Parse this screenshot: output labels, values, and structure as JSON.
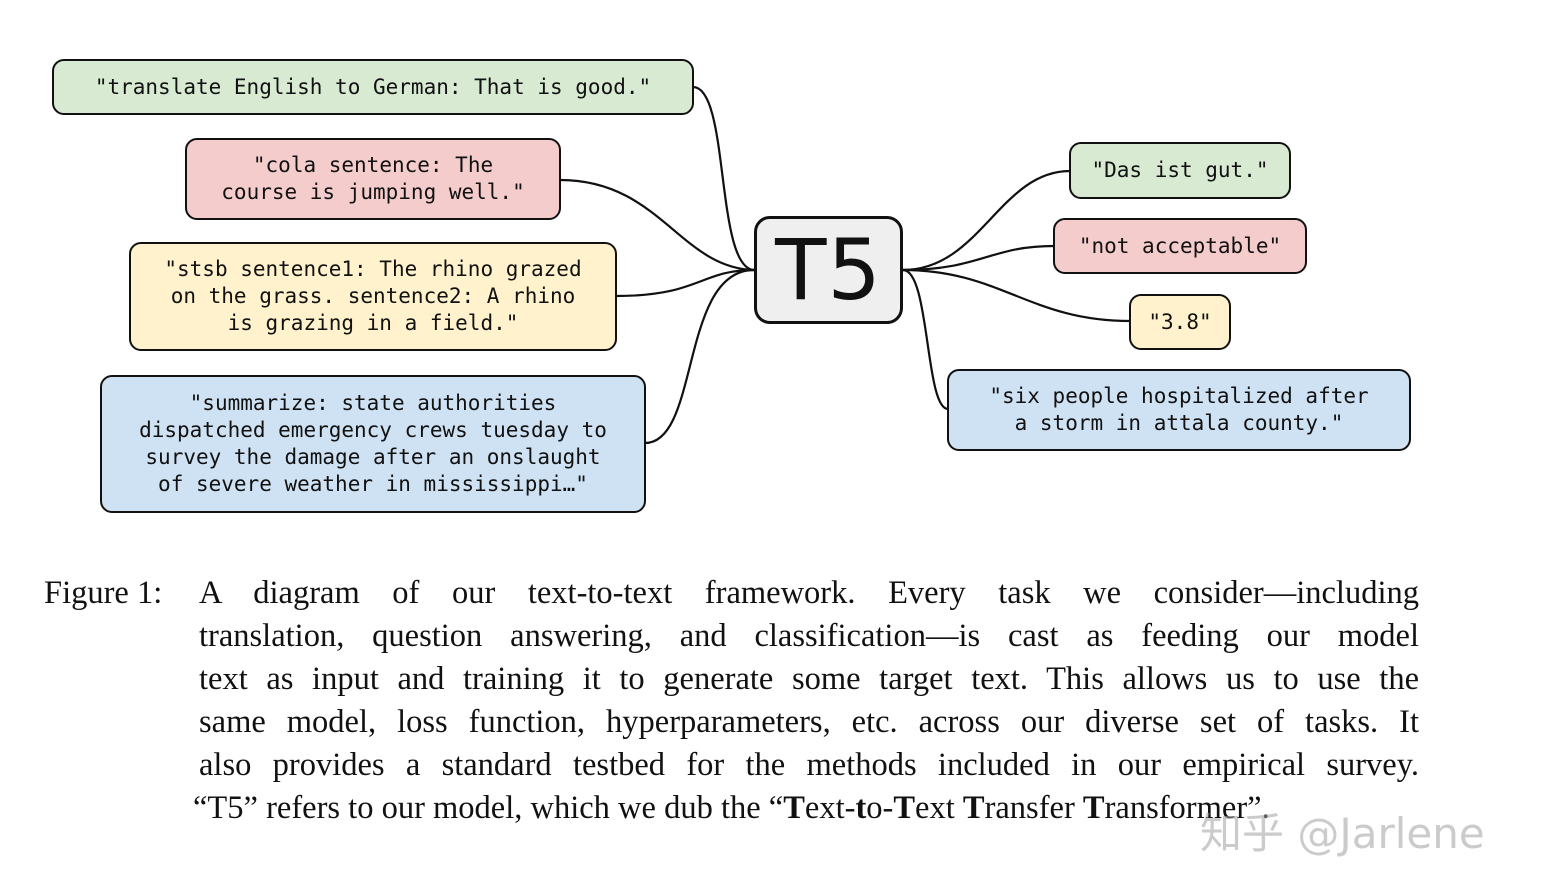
{
  "inputs": [
    {
      "text": "\"translate English to German: That is good.\"",
      "color": "#d9ead3"
    },
    {
      "text": "\"cola sentence: The\ncourse is jumping well.\"",
      "color": "#f4cccc"
    },
    {
      "text": "\"stsb sentence1: The rhino grazed\non the grass. sentence2: A rhino\nis grazing in a field.\"",
      "color": "#fff2cc"
    },
    {
      "text": "\"summarize: state authorities\ndispatched emergency crews tuesday to\nsurvey the damage after an onslaught\nof severe weather in mississippi…\"",
      "color": "#cfe2f3"
    }
  ],
  "model": {
    "label": "T5"
  },
  "outputs": [
    {
      "text": "\"Das ist gut.\"",
      "color": "#d9ead3"
    },
    {
      "text": "\"not acceptable\"",
      "color": "#f4cccc"
    },
    {
      "text": "\"3.8\"",
      "color": "#fff2cc"
    },
    {
      "text": "\"six people hospitalized after\na storm in attala county.\"",
      "color": "#cfe2f3"
    }
  ],
  "caption": {
    "label": "Figure 1:",
    "lines": [
      "A diagram of our text-to-text framework.  Every task we consider—including",
      "translation, question answering, and classification—is cast as feeding our model",
      "text as input and training it to generate some target text.  This allows us to use the",
      "same model, loss function, hyperparameters, etc. across our diverse set of tasks. It",
      "also provides a standard testbed for the methods included in our empirical survey."
    ],
    "last_line": {
      "prefix": "“T5” refers to our model, which we dub the “",
      "t1_bold": "T",
      "t1_rest": "ext-",
      "t2_bold": "t",
      "t2_rest": "o-",
      "t3_bold": "T",
      "t3_rest": "ext ",
      "t4_bold": "T",
      "t4_rest": "ransfer ",
      "t5_bold": "T",
      "t5_rest": "ransformer”."
    }
  },
  "watermark": "知乎 @Jarlene"
}
